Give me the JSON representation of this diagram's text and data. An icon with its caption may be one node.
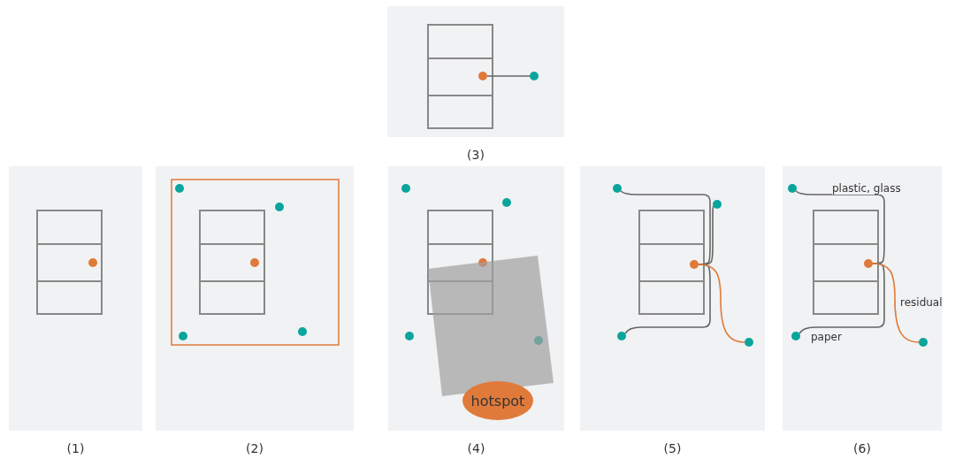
{
  "diagram": {
    "nodes": [
      {
        "text": [],
        "shape": "box",
        "beside": [
          "(3)"
        ]
      },
      {
        "text": [],
        "shape": "circle",
        "in": 0
      },
      {
        "text": [],
        "shape": "circle",
        "in": 0
      },
      {
        "text": [],
        "shape": "box",
        "beside": [
          "(1)"
        ]
      },
      {
        "text": [],
        "shape": "circle",
        "in": 3
      },
      {
        "text": [],
        "shape": "box",
        "beside": [
          "(2)"
        ]
      },
      {
        "text": [],
        "shape": "circle",
        "in": 5
      },
      {
        "text": [],
        "shape": "circle",
        "in": 5
      },
      {
        "text": [],
        "shape": "circle",
        "in": 5
      },
      {
        "text": [],
        "shape": "circle",
        "in": 5
      },
      {
        "text": [],
        "shape": "circle",
        "in": 5
      },
      {
        "text": [],
        "shape": "box",
        "beside": [
          "(4)"
        ]
      },
      {
        "text": [],
        "shape": "circle",
        "in": 11
      },
      {
        "text": [],
        "shape": "circle",
        "in": 11
      },
      {
        "text": [],
        "shape": "circle",
        "in": 11
      },
      {
        "text": [],
        "shape": "circle",
        "in": 11
      },
      {
        "text": [],
        "shape": "circle",
        "in": 11
      },
      {
        "text": [
          "hotspot"
        ],
        "in": 11
      },
      {
        "text": [],
        "shape": "box",
        "beside": [
          "(5)"
        ]
      },
      {
        "text": [],
        "shape": "circle",
        "in": 18
      },
      {
        "text": [],
        "shape": "circle",
        "in": 18
      },
      {
        "text": [],
        "shape": "circle",
        "in": 18
      },
      {
        "text": [],
        "shape": "circle",
        "in": 18
      },
      {
        "text": [],
        "shape": "circle",
        "in": 18
      },
      {
        "text": [],
        "shape": "box",
        "beside": [
          "(6)"
        ]
      },
      {
        "text": [],
        "shape": "circle",
        "in": 24
      },
      {
        "text": [],
        "shape": "circle",
        "in": 24
      },
      {
        "text": [],
        "shape": "circle",
        "in": 24
      },
      {
        "text": [],
        "shape": "circle",
        "in": 24
      }
    ],
    "edges": [
      {
        "from": 1,
        "to": 2,
        "arrow": "none"
      },
      {
        "from": 21,
        "to": 19,
        "arrow": "none"
      },
      {
        "from": 21,
        "to": 20,
        "arrow": "none"
      },
      {
        "from": 21,
        "to": 22,
        "arrow": "none"
      },
      {
        "from": 21,
        "to": 23,
        "arrow": "none",
        "color": "#e07a3a"
      },
      {
        "from": 26,
        "to": 25,
        "arrow": "none",
        "label": "plastic, glass"
      },
      {
        "from": 26,
        "to": 27,
        "arrow": "none",
        "label": "paper"
      },
      {
        "from": 26,
        "to": 28,
        "arrow": "none",
        "label": "residual",
        "color": "#e07a3a"
      }
    ]
  }
}
